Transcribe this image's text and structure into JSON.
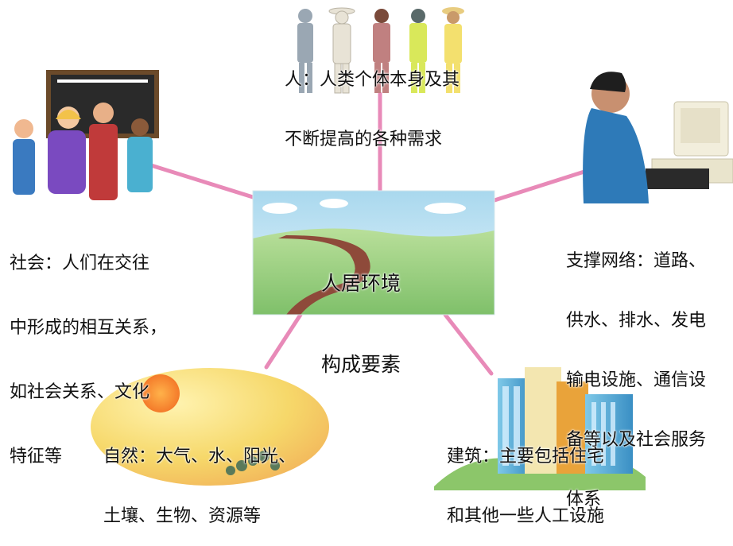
{
  "center": {
    "title_lines": [
      "人居环境",
      "构成要素"
    ]
  },
  "nodes": {
    "people": {
      "lines": [
        "人：人类个体本身及其",
        "不断提高的各种需求"
      ],
      "icon": "group-of-people-icon"
    },
    "society": {
      "lines": [
        "社会：人们在交往",
        "中形成的相互关系，",
        "如社会关系、文化",
        "特征等"
      ],
      "icon": "children-at-chalkboard-icon"
    },
    "support": {
      "lines": [
        "支撑网络：道路、",
        "供水、排水、发电",
        "输电设施、通信设",
        "备等以及社会服务",
        "体系"
      ],
      "icon": "man-at-computer-icon"
    },
    "nature": {
      "lines": [
        "自然：大气、水、阳光、",
        "土壤、生物、资源等"
      ],
      "icon": "sun-and-plants-icon"
    },
    "building": {
      "lines": [
        "建筑：主要包括住宅",
        "和其他一些人工设施"
      ],
      "icon": "city-buildings-icon"
    }
  },
  "colors": {
    "connector": "#e88ab8",
    "sky": "#bfe4f2",
    "meadow": "#a8d68a",
    "path": "#8e4a3a",
    "ellipse": "#f6dc6a"
  }
}
